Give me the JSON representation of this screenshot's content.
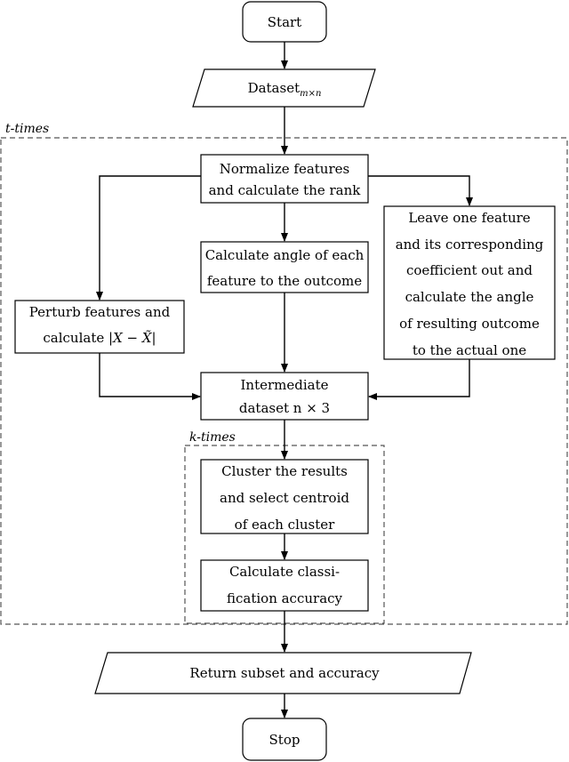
{
  "loops": {
    "outer": "t-times",
    "inner": "k-times"
  },
  "nodes": {
    "start": "Start",
    "dataset": "Dataset",
    "dataset_subscript": "m×n",
    "normalize": [
      "Normalize features",
      "and calculate the rank"
    ],
    "angle": [
      "Calculate angle of each",
      "feature to the outcome"
    ],
    "leave_one": [
      "Leave one feature",
      "and its corresponding",
      "coefficient out and",
      "calculate the angle",
      "of resulting outcome",
      "to the actual one"
    ],
    "perturb_line1": "Perturb features and",
    "perturb_line2_prefix": "calculate ",
    "perturb_formula": "|X − X̃|",
    "intermediate": [
      "Intermediate",
      "dataset n × 3"
    ],
    "cluster": [
      "Cluster the results",
      "and select centroid",
      "of each cluster"
    ],
    "classify": [
      "Calculate classi-",
      "fication accuracy"
    ],
    "return": "Return subset and accuracy",
    "stop": "Stop"
  }
}
